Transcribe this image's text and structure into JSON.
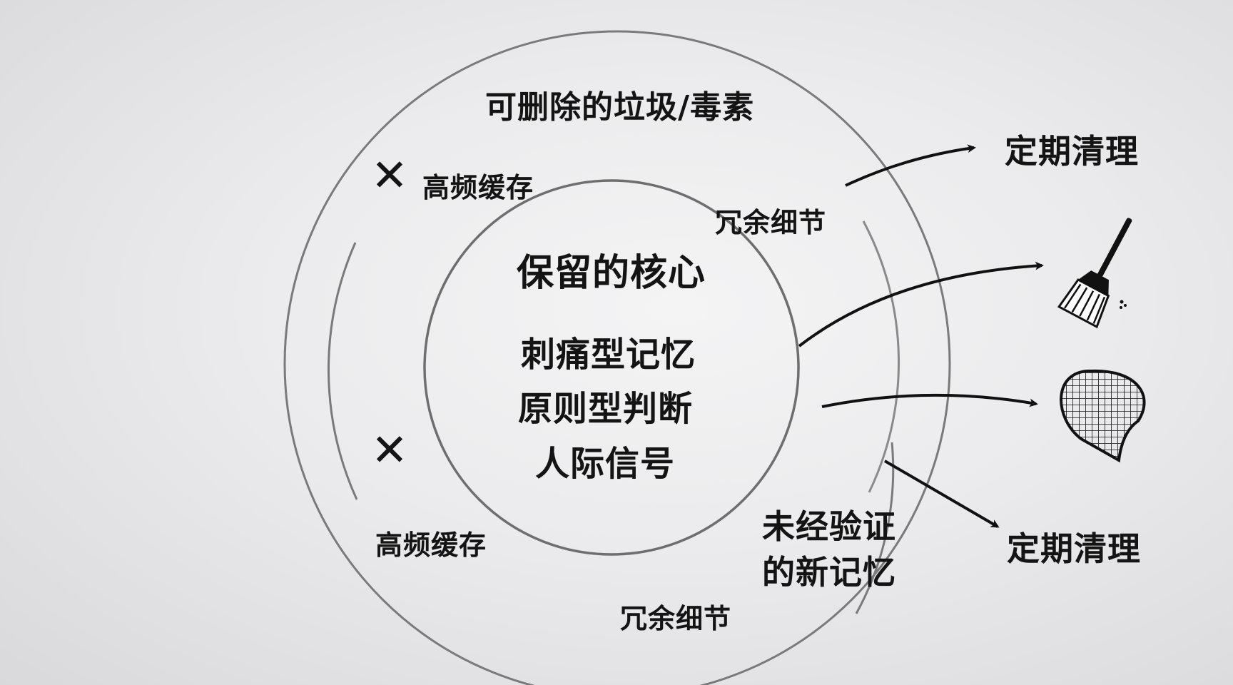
{
  "outer_label": "可删除的垃圾/毒素",
  "core": {
    "title": "保留的核心",
    "items": [
      "刺痛型记忆",
      "原则型判断",
      "人际信号"
    ]
  },
  "middle_ring": {
    "mark_symbol": "✕",
    "cache_label_top": "高频缓存",
    "cache_label_bottom": "高频缓存",
    "redundant_top": "冗余细节",
    "redundant_bottom": "冗余细节"
  },
  "unverified": {
    "line1": "未经验证",
    "line2": "的新记忆"
  },
  "actions": {
    "top": "定期清理",
    "bottom": "定期清理"
  },
  "icons": [
    "broom-icon",
    "net-icon"
  ]
}
